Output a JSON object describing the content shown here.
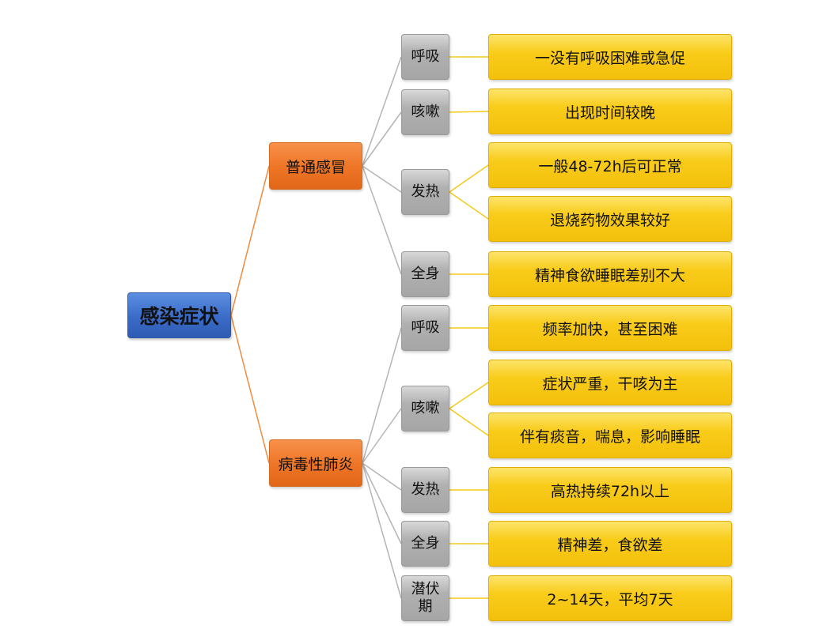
{
  "root": {
    "label": "感染症状",
    "color": "#3a6bc8"
  },
  "colors": {
    "branch": "#ee7426",
    "category": "#aaaaaa",
    "detail": "#f9cc1a",
    "line_orange": "#f08a40",
    "line_gray": "#b5b5b5",
    "line_yellow": "#f6c91a"
  },
  "branches": [
    {
      "label": "普通感冒",
      "categories": [
        {
          "label": "呼吸",
          "details": [
            "一没有呼吸困难或急促"
          ]
        },
        {
          "label": "咳嗽",
          "details": [
            "出现时间较晚"
          ]
        },
        {
          "label": "发热",
          "details": [
            "一般48-72h后可正常",
            "退烧药物效果较好"
          ]
        },
        {
          "label": "全身",
          "details": [
            "精神食欲睡眠差别不大"
          ]
        }
      ]
    },
    {
      "label": "病毒性肺炎",
      "categories": [
        {
          "label": "呼吸",
          "details": [
            "频率加快，甚至困难"
          ]
        },
        {
          "label": "咳嗽",
          "details": [
            "症状严重，干咳为主",
            "伴有痰音，喘息，影响睡眠"
          ]
        },
        {
          "label": "发热",
          "details": [
            "高热持续72h以上"
          ]
        },
        {
          "label": "全身",
          "details": [
            "精神差，食欲差"
          ]
        },
        {
          "label": "潜伏期",
          "details": [
            "2~14天，平均7天"
          ]
        }
      ]
    }
  ]
}
